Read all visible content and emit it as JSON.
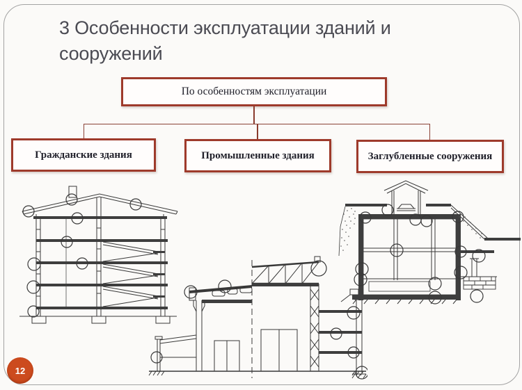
{
  "slide": {
    "title": "3 Особенности эксплуатации зданий и сооружений",
    "page_number": "12"
  },
  "flowchart": {
    "root": {
      "label": "По особенностям эксплуатации"
    },
    "children": [
      {
        "label": "Гражданские здания"
      },
      {
        "label": "Промышленные здания"
      },
      {
        "label": "Заглубленные сооружения"
      }
    ]
  },
  "figures": [
    {
      "name": "civil-building-section"
    },
    {
      "name": "industrial-building-section"
    },
    {
      "name": "buried-structure-section"
    }
  ],
  "colors": {
    "accent_maroon": "#9e3a2b",
    "connector": "#8a4236",
    "page_circle_orange": "#cc4b1e",
    "title_text": "#4b4b53",
    "frame_border": "#a3a3a3",
    "drawing_ink": "#383838",
    "background": "#fbfaf8"
  }
}
